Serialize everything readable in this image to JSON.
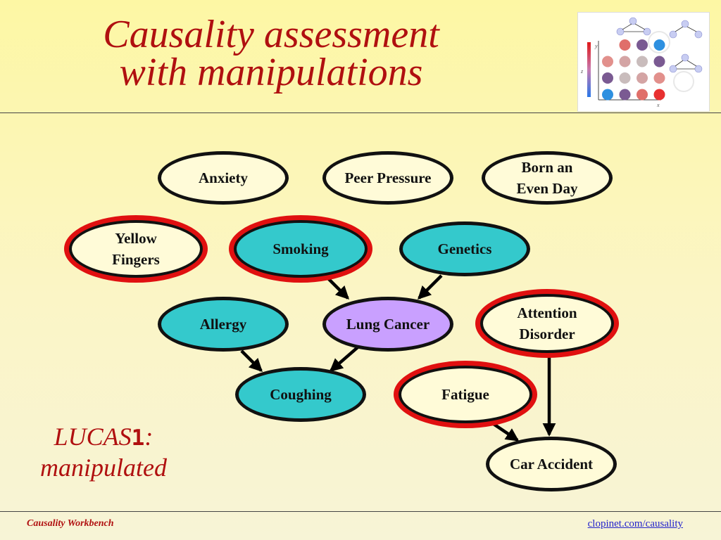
{
  "title": {
    "line1": "Causality assessment",
    "line2": "with manipulations"
  },
  "colors": {
    "title": "#b01010",
    "background": "#fdf7a4",
    "node_plain_fill": "#fffbd8",
    "node_observed_fill": "#34c9cc",
    "node_target_fill": "#c9a0ff",
    "node_outline": "#111111",
    "manipulated_outline": "#e01010",
    "footer_link": "#2222cc"
  },
  "nodes": [
    {
      "id": "anxiety",
      "lines": [
        "Anxiety"
      ],
      "style": "plain",
      "manipulated": false
    },
    {
      "id": "peer_pressure",
      "lines": [
        "Peer Pressure"
      ],
      "style": "plain",
      "manipulated": false
    },
    {
      "id": "born_even_day",
      "lines": [
        "Born an",
        "Even Day"
      ],
      "style": "plain",
      "manipulated": false
    },
    {
      "id": "yellow_fingers",
      "lines": [
        "Yellow",
        "Fingers"
      ],
      "style": "plain",
      "manipulated": true
    },
    {
      "id": "smoking",
      "lines": [
        "Smoking"
      ],
      "style": "observed",
      "manipulated": true
    },
    {
      "id": "genetics",
      "lines": [
        "Genetics"
      ],
      "style": "observed",
      "manipulated": false
    },
    {
      "id": "allergy",
      "lines": [
        "Allergy"
      ],
      "style": "observed",
      "manipulated": false
    },
    {
      "id": "lung_cancer",
      "lines": [
        "Lung Cancer"
      ],
      "style": "target",
      "manipulated": false
    },
    {
      "id": "attention_disorder",
      "lines": [
        "Attention",
        "Disorder"
      ],
      "style": "plain",
      "manipulated": true
    },
    {
      "id": "coughing",
      "lines": [
        "Coughing"
      ],
      "style": "observed",
      "manipulated": false
    },
    {
      "id": "fatigue",
      "lines": [
        "Fatigue"
      ],
      "style": "plain",
      "manipulated": true
    },
    {
      "id": "car_accident",
      "lines": [
        "Car Accident"
      ],
      "style": "plain",
      "manipulated": false
    }
  ],
  "edges": [
    {
      "from": "smoking",
      "to": "lung_cancer"
    },
    {
      "from": "genetics",
      "to": "lung_cancer"
    },
    {
      "from": "allergy",
      "to": "coughing"
    },
    {
      "from": "lung_cancer",
      "to": "coughing"
    },
    {
      "from": "attention_disorder",
      "to": "car_accident"
    },
    {
      "from": "fatigue",
      "to": "car_accident"
    }
  ],
  "thumbnail": {
    "axis_labels": [
      "y",
      "z",
      "x"
    ],
    "grid_colors": [
      [
        "#e06f6a",
        "#7a5a92",
        "#2e90e0"
      ],
      [
        "#e2908c",
        "#d4a4a4",
        "#c9bcbc",
        "#7a5a92"
      ],
      [
        "#7a5a92",
        "#c9bcbc",
        "#d4a4a4",
        "#e2908c"
      ],
      [
        "#2e90e0",
        "#7a5a92",
        "#e06f6a",
        "#e83030"
      ]
    ]
  },
  "subtitle": {
    "prefix": "LUCAS",
    "number": "1",
    "suffix": ":",
    "line2": "manipulated"
  },
  "footer": {
    "left": "Causality Workbench",
    "right": "clopinet.com/causality"
  }
}
